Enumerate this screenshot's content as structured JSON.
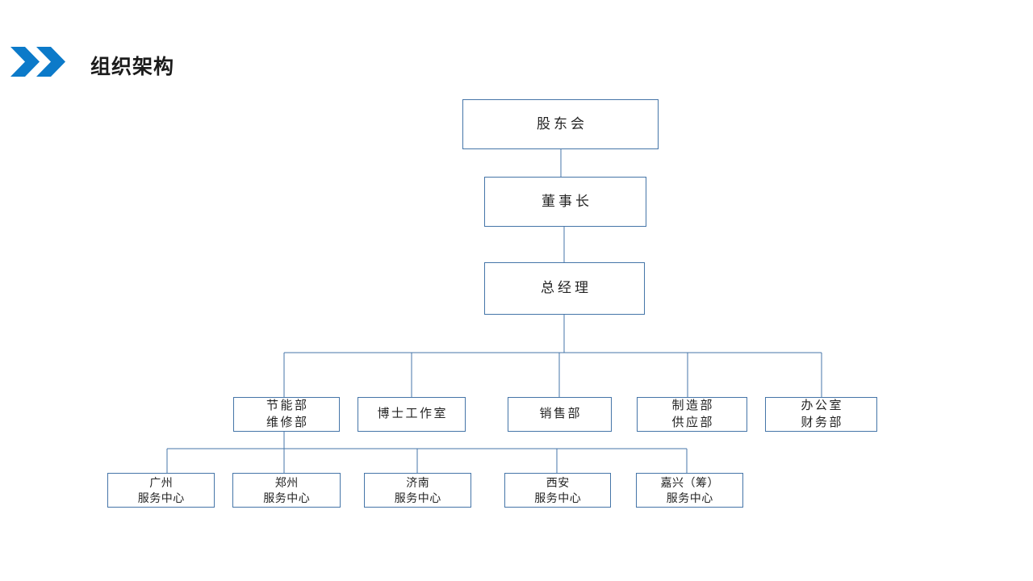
{
  "header": {
    "title": "组织架构",
    "chevron_icon": "double-chevron-right-icon",
    "chevron_color": "#0c7ac9",
    "title_color": "#1b1b1b"
  },
  "theme": {
    "connector_color": "#4575a8",
    "node_border_color": "#4575a8",
    "node_fill": "#ffffff",
    "text_color": "#242424",
    "background": "#ffffff"
  },
  "chart": {
    "type": "org-chart",
    "levels": [
      {
        "level": 1,
        "nodes": [
          {
            "id": "shareholders",
            "lines": [
              "股东会"
            ]
          }
        ]
      },
      {
        "level": 2,
        "nodes": [
          {
            "id": "chairman",
            "lines": [
              "董事长"
            ]
          }
        ]
      },
      {
        "level": 3,
        "nodes": [
          {
            "id": "gm",
            "lines": [
              "总经理"
            ]
          }
        ]
      },
      {
        "level": 4,
        "nodes": [
          {
            "id": "dept-0",
            "lines": [
              "节能部",
              "维修部"
            ]
          },
          {
            "id": "dept-1",
            "lines": [
              "博士工作室"
            ]
          },
          {
            "id": "dept-2",
            "lines": [
              "销售部"
            ]
          },
          {
            "id": "dept-3",
            "lines": [
              "制造部",
              "供应部"
            ]
          },
          {
            "id": "dept-4",
            "lines": [
              "办公室",
              "财务部"
            ]
          }
        ]
      },
      {
        "level": 5,
        "nodes": [
          {
            "id": "center-0",
            "lines": [
              "广州",
              "服务中心"
            ]
          },
          {
            "id": "center-1",
            "lines": [
              "郑州",
              "服务中心"
            ]
          },
          {
            "id": "center-2",
            "lines": [
              "济南",
              "服务中心"
            ]
          },
          {
            "id": "center-3",
            "lines": [
              "西安",
              "服务中心"
            ]
          },
          {
            "id": "center-4",
            "lines": [
              "嘉兴（筹）",
              "服务中心"
            ]
          }
        ]
      }
    ]
  },
  "nodes": {
    "shareholders": {
      "line1": "股东会"
    },
    "chairman": {
      "line1": "董事长"
    },
    "gm": {
      "line1": "总经理"
    },
    "dept0": {
      "line1": "节能部",
      "line2": "维修部"
    },
    "dept1": {
      "line1": "博士工作室"
    },
    "dept2": {
      "line1": "销售部"
    },
    "dept3": {
      "line1": "制造部",
      "line2": "供应部"
    },
    "dept4": {
      "line1": "办公室",
      "line2": "财务部"
    },
    "center0": {
      "line1": "广州",
      "line2": "服务中心"
    },
    "center1": {
      "line1": "郑州",
      "line2": "服务中心"
    },
    "center2": {
      "line1": "济南",
      "line2": "服务中心"
    },
    "center3": {
      "line1": "西安",
      "line2": "服务中心"
    },
    "center4": {
      "line1": "嘉兴（筹）",
      "line2": "服务中心"
    }
  }
}
